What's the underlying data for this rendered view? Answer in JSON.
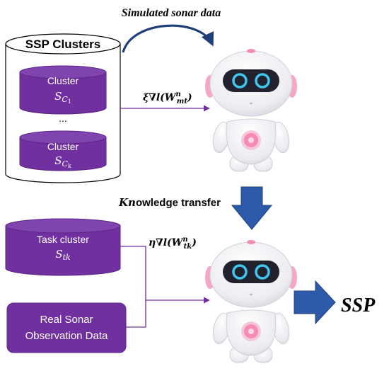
{
  "top_label": "Simulated sonar data",
  "ssp_db": {
    "title": "SSP Clusters",
    "cluster1": {
      "label": "Cluster",
      "sym_base": "S",
      "sym_sub": "C",
      "sym_subsub": "1"
    },
    "ellipsis": "...",
    "clusterk": {
      "label": "Cluster",
      "sym_base": "S",
      "sym_sub": "C",
      "sym_subsub": "k"
    }
  },
  "grad1": {
    "prefix": "ξ∇l(W",
    "sup": "n",
    "sub": "mt",
    "suffix": ")"
  },
  "knowledge": {
    "lead": "Kn",
    "rest": "owledge transfer"
  },
  "task_db": {
    "label": "Task cluster",
    "sym_base": "S",
    "sym_sub": "tk"
  },
  "grad2": {
    "prefix": "η∇l(W",
    "sup": "n",
    "sub": "tk",
    "suffix": ")"
  },
  "real_data": {
    "line1": "Real Sonar",
    "line2": "Observation Data"
  },
  "output_label": "SSP",
  "colors": {
    "purple": "#7030A0",
    "purple_dark": "#5C2585",
    "blue": "#2E5AAC",
    "blue_dark": "#1F3F7A",
    "robot_head": "#F2F2F5",
    "visor": "#22222E",
    "eye": "#3FC7F0",
    "pink": "#F48BB3"
  }
}
